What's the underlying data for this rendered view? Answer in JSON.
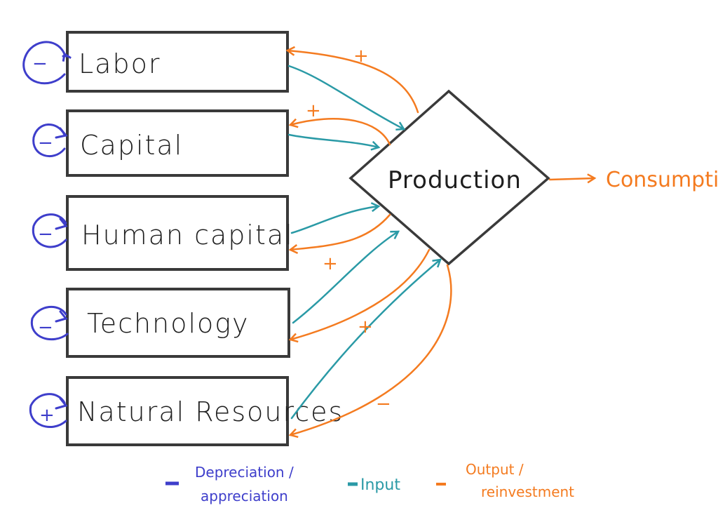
{
  "colors": {
    "box_stroke": "#3a3a3a",
    "depreciation": "#3e3ecb",
    "input": "#2a9aa6",
    "output": "#f47b20"
  },
  "nodes": [
    {
      "id": "labor",
      "label": "Labor",
      "self_loop_sign": "−",
      "reinvest_sign": "+"
    },
    {
      "id": "capital",
      "label": "Capital",
      "self_loop_sign": "−",
      "reinvest_sign": "+"
    },
    {
      "id": "human_capital",
      "label": "Human capital",
      "self_loop_sign": "−",
      "reinvest_sign": "+"
    },
    {
      "id": "technology",
      "label": "Technology",
      "self_loop_sign": "−",
      "reinvest_sign": "+"
    },
    {
      "id": "natural_resources",
      "label": "Natural Resources",
      "self_loop_sign": "+",
      "reinvest_sign": "−"
    }
  ],
  "production": {
    "label": "Production"
  },
  "consumption": {
    "label": "Consumption"
  },
  "edges": {
    "inputs": [
      "labor→production",
      "capital→production",
      "human_capital→production",
      "technology→production",
      "natural_resources→production"
    ],
    "outputs": [
      "production→labor",
      "production→capital",
      "production→human_capital",
      "production→technology",
      "production→natural_resources",
      "production→consumption"
    ]
  },
  "legend": {
    "depreciation_line1": "Depreciation /",
    "depreciation_line2": "appreciation",
    "input": "Input",
    "output_line1": "Output /",
    "output_line2": "reinvestment"
  }
}
